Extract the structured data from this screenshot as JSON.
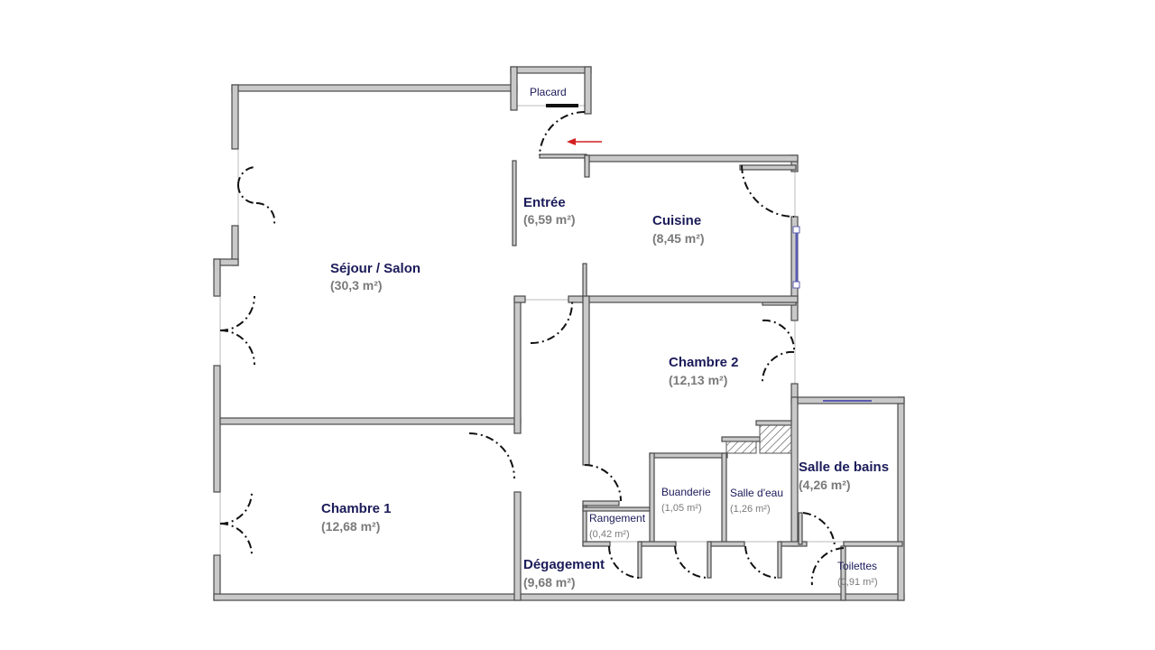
{
  "rooms": {
    "placard": {
      "name": "Placard"
    },
    "entree": {
      "name": "Entrée",
      "area": "(6,59 m²)"
    },
    "cuisine": {
      "name": "Cuisine",
      "area": "(8,45 m²)"
    },
    "sejour": {
      "name": "Séjour / Salon",
      "area": "(30,3 m²)"
    },
    "chambre2": {
      "name": "Chambre 2",
      "area": "(12,13 m²)"
    },
    "chambre1": {
      "name": "Chambre 1",
      "area": "(12,68 m²)"
    },
    "salle_de_bains": {
      "name": "Salle de bains",
      "area": "(4,26 m²)"
    },
    "buanderie": {
      "name": "Buanderie",
      "area": "(1,05 m²)"
    },
    "salle_deau": {
      "name": "Salle d'eau",
      "area": "(1,26 m²)"
    },
    "rangement": {
      "name": "Rangement",
      "area": "(0,42 m²)"
    },
    "degagement": {
      "name": "Dégagement",
      "area": "(9,68 m²)"
    },
    "toilettes": {
      "name": "Toilettes",
      "area": "(0,91 m²)"
    }
  },
  "colors": {
    "wall": "#c9c9c9",
    "label": "#1b1b5a",
    "area": "#7a7a7a",
    "entry_arrow": "#d42020",
    "window": "#5a5ab0"
  }
}
